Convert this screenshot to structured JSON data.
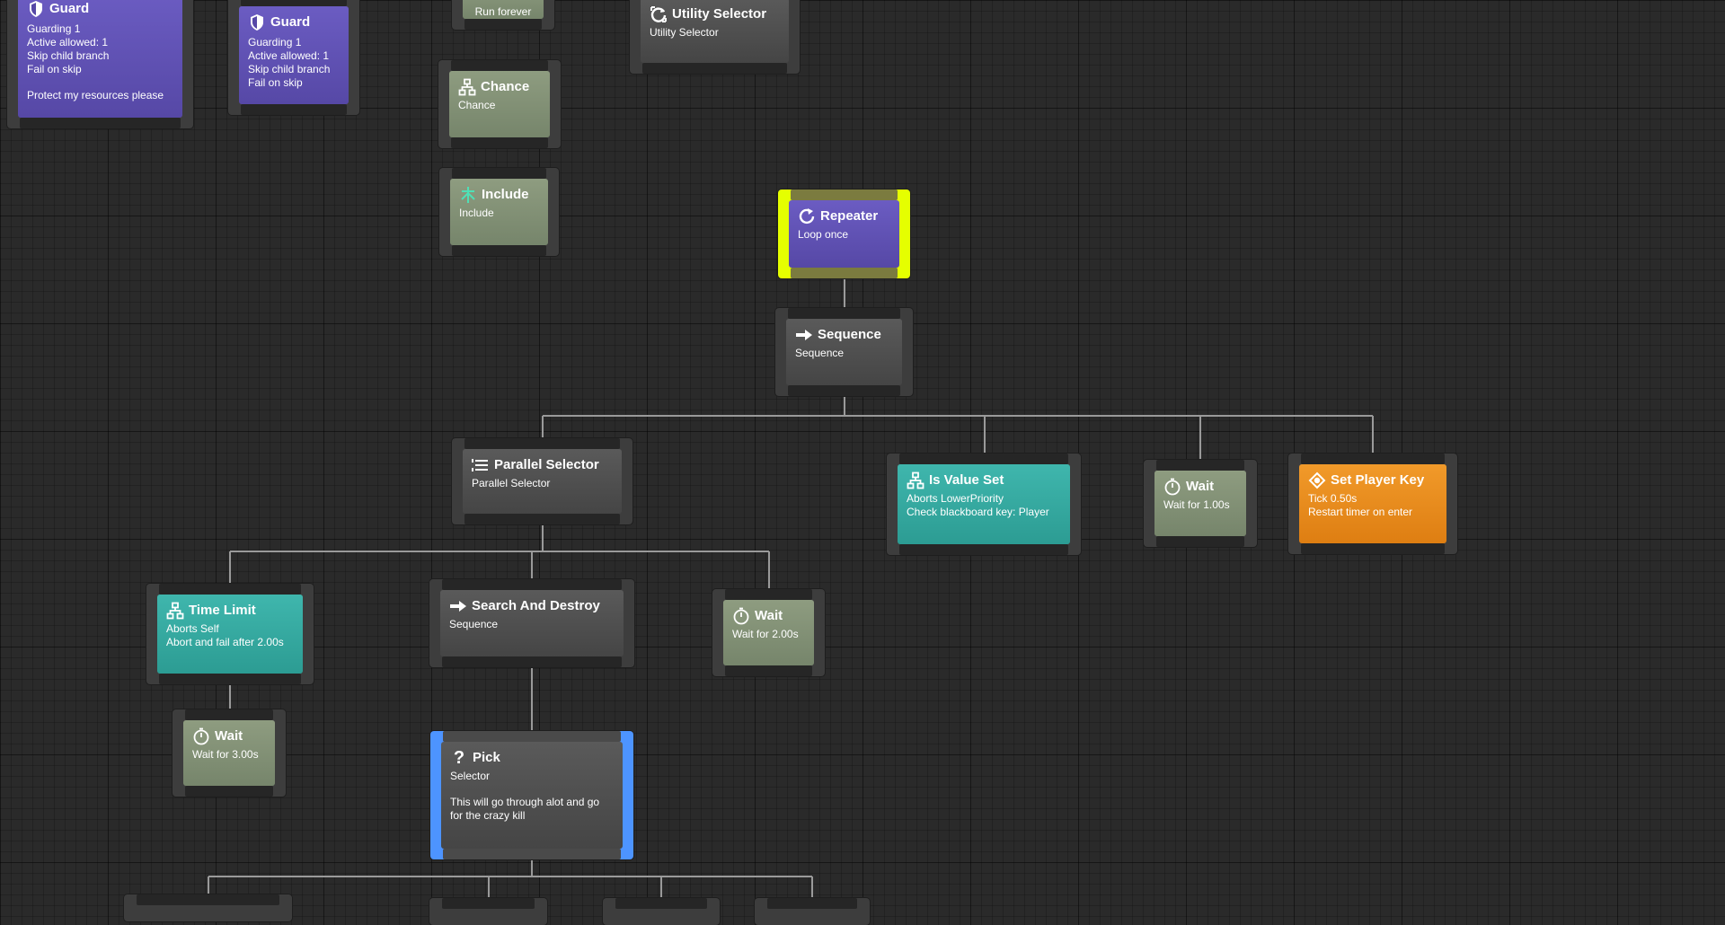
{
  "nodes": {
    "guard1": {
      "title": "Guard",
      "lines": [
        "Guarding 1",
        "Active allowed: 1",
        "Skip child branch",
        "Fail on skip"
      ],
      "comment": "Protect my resources please"
    },
    "guard2": {
      "title": "Guard",
      "lines": [
        "Guarding 1",
        "Active allowed: 1",
        "Skip child branch",
        "Fail on skip"
      ]
    },
    "runForever": {
      "subtitle": "Run forever"
    },
    "utility": {
      "title": "Utility Selector",
      "subtitle": "Utility Selector"
    },
    "chance": {
      "title": "Chance",
      "subtitle": "Chance"
    },
    "include": {
      "title": "Include",
      "subtitle": "Include"
    },
    "repeater": {
      "title": "Repeater",
      "subtitle": "Loop once"
    },
    "sequence": {
      "title": "Sequence",
      "subtitle": "Sequence"
    },
    "parallel": {
      "title": "Parallel Selector",
      "subtitle": "Parallel Selector"
    },
    "isValueSet": {
      "title": "Is Value Set",
      "lines": [
        "Aborts LowerPriority",
        "Check blackboard key: Player"
      ]
    },
    "wait1": {
      "title": "Wait",
      "subtitle": "Wait for 1.00s"
    },
    "setPlayerKey": {
      "title": "Set Player Key",
      "lines": [
        "Tick 0.50s",
        "Restart timer on enter"
      ]
    },
    "timeLimit": {
      "title": "Time Limit",
      "lines": [
        "Aborts Self",
        "Abort and fail after 2.00s"
      ]
    },
    "searchDestroy": {
      "title": "Search And Destroy",
      "subtitle": "Sequence"
    },
    "wait2": {
      "title": "Wait",
      "subtitle": "Wait for 2.00s"
    },
    "wait3": {
      "title": "Wait",
      "subtitle": "Wait for 3.00s"
    },
    "pick": {
      "title": "Pick",
      "subtitle": "Selector",
      "comment": "This will go through alot and go for the crazy kill"
    }
  },
  "colors": {
    "selected_yellow": "#e5ff00",
    "selected_blue": "#4d94ff",
    "composite": "#4a4a4a",
    "task": "#7d8c70",
    "decorator": "#5f52b4",
    "conditional": "#35aaa1",
    "service": "#e88a1c",
    "link": "#9a9a9a"
  },
  "icons": {
    "guard": "shield-icon",
    "utility": "utility-refresh-icon",
    "chance": "hierarchy-icon",
    "include": "tree-icon",
    "repeater": "repeat-arrow-icon",
    "sequence": "right-arrow-icon",
    "parallel": "parallel-lines-icon",
    "conditional": "hierarchy-icon",
    "wait": "stopwatch-icon",
    "service": "diamond-icon",
    "pick": "question-icon"
  }
}
